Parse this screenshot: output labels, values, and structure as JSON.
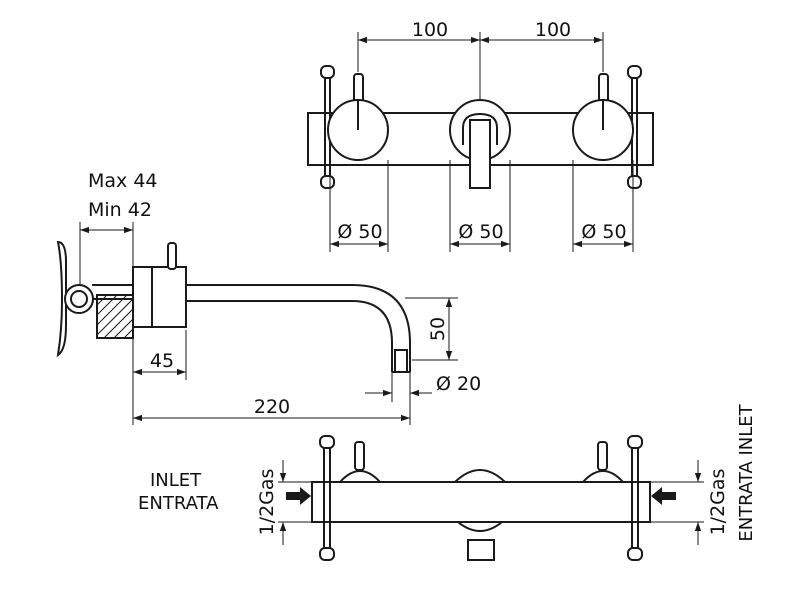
{
  "top_view": {
    "spacing_left": "100",
    "spacing_right": "100",
    "diameter_left": "Ø 50",
    "diameter_center": "Ø 50",
    "diameter_right": "Ø 50"
  },
  "side_view": {
    "max_label": "Max 44",
    "min_label": "Min 42",
    "body_width": "45",
    "spout_drop": "50",
    "spout_diameter": "Ø 20",
    "projection": "220"
  },
  "bottom_view": {
    "inlet_left_en": "INLET",
    "inlet_left_it": "ENTRATA",
    "gas_left": "1/2Gas",
    "gas_right": "1/2Gas",
    "inlet_right_it": "ENTRATA INLET"
  },
  "colors": {
    "line": "#1a1a1a",
    "background": "#ffffff"
  }
}
